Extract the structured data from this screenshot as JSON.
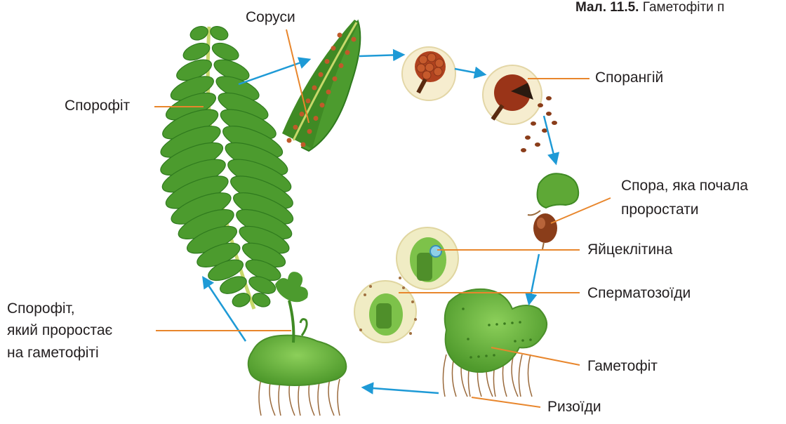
{
  "caption": {
    "number": "Мал. 11.5.",
    "text": "Гаметофіти п"
  },
  "labels": {
    "sorusy": "Соруси",
    "sporofit": "Спорофіт",
    "sporangiy": "Спорангій",
    "spora_line1": "Спора, яка почала",
    "spora_line2": "проростати",
    "yaytseklityna": "Яйцеклітина",
    "spermatozoidy": "Сперматозоїди",
    "gametofit": "Гаметофіт",
    "rizoidy": "Ризоїди",
    "sporofit_young_line1": "Спорофіт,",
    "sporofit_young_line2": "який проростає",
    "sporofit_young_line3": "на гаметофіті"
  },
  "colors": {
    "leader": "#e8862c",
    "arrow": "#1e9ad6",
    "frond": "#4c9b2e",
    "frond_dark": "#2f7a1e",
    "sorus": "#c05a2a",
    "thallus": "#6cb33f",
    "circle_bg": "#f6edcf",
    "spore": "#8a3d1a",
    "root": "#9a6a3c"
  }
}
